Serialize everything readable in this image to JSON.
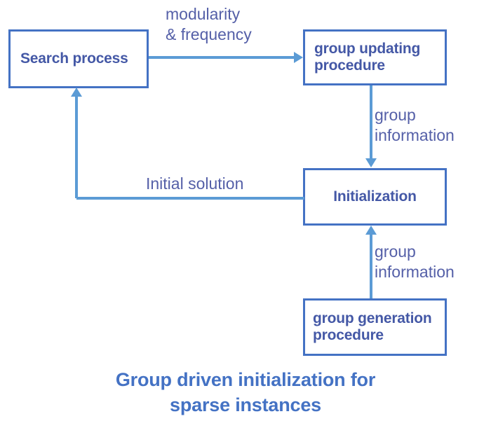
{
  "diagram": {
    "title": "Group driven initialization for\nsparse instances",
    "accent_color": "#4472C4",
    "line_color": "#5B9BD5",
    "node_text_color": "#4458A6",
    "label_text_color": "#5560A8",
    "nodes": [
      {
        "id": "search-process",
        "label": "Search process"
      },
      {
        "id": "group-updating-procedure",
        "label": "group updating\nprocedure"
      },
      {
        "id": "initialization",
        "label": "Initialization"
      },
      {
        "id": "group-generation-procedure",
        "label": "group generation\nprocedure"
      }
    ],
    "edges": [
      {
        "id": "search-to-group-updating",
        "label": "modularity\n& frequency",
        "direction": "right"
      },
      {
        "id": "group-updating-to-initialization",
        "label": "group\ninformation",
        "direction": "down"
      },
      {
        "id": "group-generation-to-initialization",
        "label": "group\ninformation",
        "direction": "up"
      },
      {
        "id": "initialization-to-search",
        "label": "Initial solution",
        "direction": "left-up"
      }
    ]
  }
}
